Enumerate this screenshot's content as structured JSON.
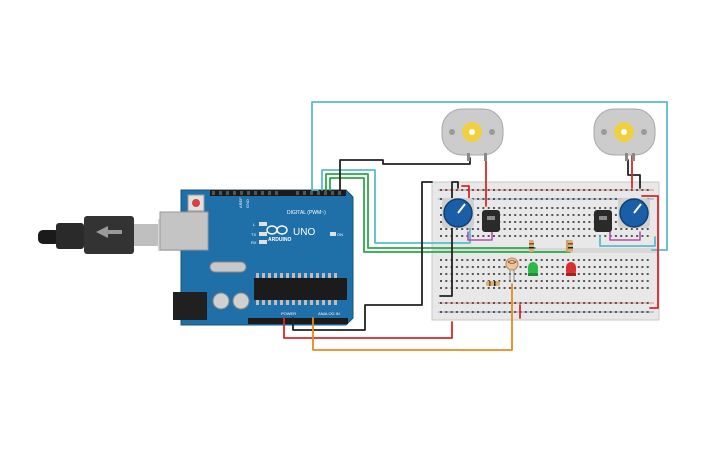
{
  "arduino": {
    "brand": "ARDUINO",
    "model": "UNO",
    "digital_label": "DIGITAL (PWM~)",
    "power_label": "POWER",
    "analog_label": "ANALOG IN",
    "on_label": "ON",
    "tx_label": "TX",
    "rx_label": "RX",
    "l_label": "L",
    "aref_label": "AREF",
    "gnd_label": "GND"
  },
  "components": {
    "motor_left": "dc-motor",
    "motor_right": "dc-motor",
    "pot_left": "potentiometer",
    "pot_right": "potentiometer",
    "transistor_left": "transistor",
    "transistor_right": "transistor",
    "led_green": "led",
    "led_red": "led",
    "photoresistor": "photoresistor",
    "resistor": "resistor"
  },
  "colors": {
    "board": "#1f6fa8",
    "breadboard": "#e8e8e8",
    "wire_cyan": "#5bbcc8",
    "wire_green": "#2da84a",
    "wire_red": "#d62828",
    "wire_black": "#222222",
    "wire_orange": "#e8891e",
    "wire_purple": "#b050a8",
    "led_green": "#2eb84a",
    "led_red": "#d63030",
    "pot_blue": "#1a5ea8",
    "motor_body": "#cccccc",
    "motor_gear": "#f0d040"
  }
}
